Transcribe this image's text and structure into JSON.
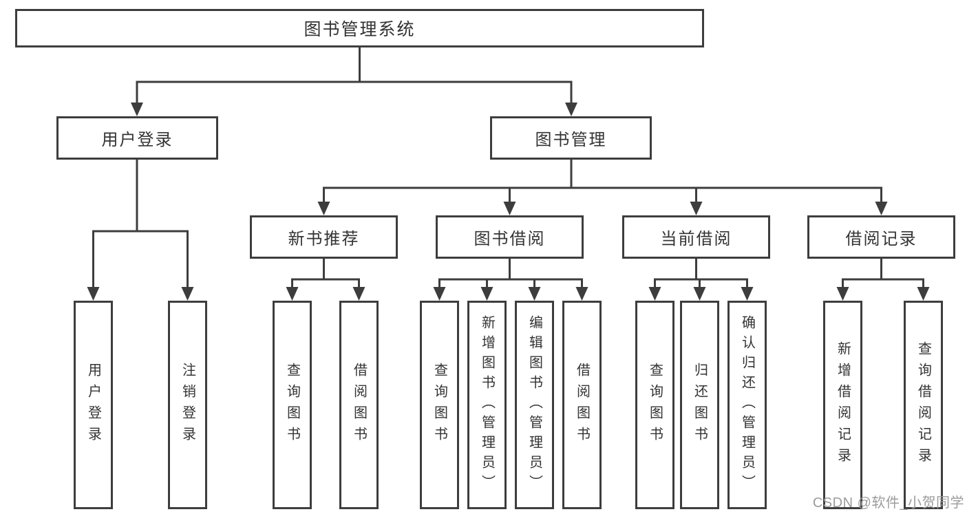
{
  "diagram": {
    "root": "图书管理系统",
    "branches": [
      {
        "label": "用户登录",
        "children": [
          "用户登录",
          "注销登录"
        ]
      },
      {
        "label": "图书管理",
        "sections": [
          {
            "label": "新书推荐",
            "children": [
              "查询图书",
              "借阅图书"
            ]
          },
          {
            "label": "图书借阅",
            "children": [
              "查询图书",
              "新增图书（管理员）",
              "编辑图书（管理员）",
              "借阅图书"
            ]
          },
          {
            "label": "当前借阅",
            "children": [
              "查询图书",
              "归还图书",
              "确认归还（管理员）"
            ]
          },
          {
            "label": "借阅记录",
            "children": [
              "新增借阅记录",
              "查询借阅记录"
            ]
          }
        ]
      }
    ]
  },
  "watermark": "CSDN @软件_小贺同学",
  "colors": {
    "line": "#3d3d3d",
    "text": "#333333",
    "watermark": "#9c9c9c",
    "background": "#ffffff"
  }
}
